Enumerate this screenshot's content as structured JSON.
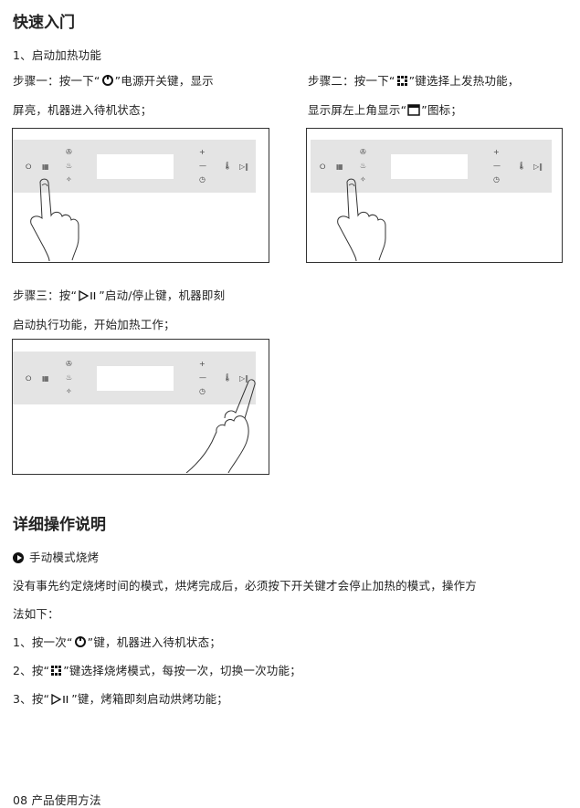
{
  "section1": {
    "title": "快速入门",
    "subtitle": "1、启动加热功能",
    "step1": {
      "line1_pre": "步骤一：按一下“",
      "line1_post": "”电源开关键，显示",
      "line2": "屏亮，机器进入待机状态；"
    },
    "step2": {
      "line1_pre": "步骤二：按一下“",
      "line1_post": "”键选择上发热功能，",
      "line2_pre": "显示屏左上角显示“",
      "line2_post": "”图标；"
    },
    "step3": {
      "line1_pre": "步骤三：按“",
      "line1_post": "”启动/停止键，机器即刻",
      "line2": "启动执行功能，开始加热工作；"
    }
  },
  "panel_symbols": {
    "power": "⭘",
    "menu": "▦",
    "fan": "✇",
    "heat": "♨",
    "light": "✧",
    "plus": "+",
    "minus": "—",
    "timer": "◷",
    "temp": "🌡",
    "play": "▷‖"
  },
  "section2": {
    "title": "详细操作说明",
    "subtitle": "手动模式烧烤",
    "para_line1": "没有事先约定烧烤时间的模式，烘烤完成后，必须按下开关键才会停止加热的模式，操作方",
    "para_line2": "法如下：",
    "item1_pre": "1、按一次“",
    "item1_post": "”键，机器进入待机状态；",
    "item2_pre": "2、按“",
    "item2_post": "”键选择烧烤模式，每按一次，切换一次功能；",
    "item3_pre": "3、按“",
    "item3_post": "”键，烤箱即刻启动烘烤功能；"
  },
  "footer": {
    "page_label": "08  产品使用方法"
  }
}
